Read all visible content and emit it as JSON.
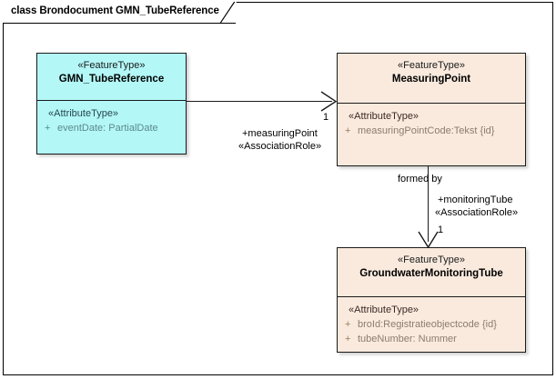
{
  "diagram": {
    "title": "class Brondocument GMN_TubeReference",
    "colors": {
      "cyan_fill": "#b3f7f7",
      "peach_fill": "#faeade",
      "border": "#1a1a1a",
      "background": "#ffffff"
    }
  },
  "classes": [
    {
      "id": "gmn-tube-reference",
      "stereotype": "«FeatureType»",
      "name": "GMN_TubeReference",
      "compartment_stereotype": "«AttributeType»",
      "attributes": [
        {
          "visibility": "+",
          "text": "eventDate: PartialDate"
        }
      ]
    },
    {
      "id": "measuring-point",
      "stereotype": "«FeatureType»",
      "name": "MeasuringPoint",
      "compartment_stereotype": "«AttributeType»",
      "attributes": [
        {
          "visibility": "+",
          "text": "measuringPointCode:Tekst {id}"
        }
      ]
    },
    {
      "id": "groundwater-monitoring-tube",
      "stereotype": "«FeatureType»",
      "name": "GroundwaterMonitoringTube",
      "compartment_stereotype": "«AttributeType»",
      "attributes": [
        {
          "visibility": "+",
          "text": "broId:Registratieobjectcode {id}"
        },
        {
          "visibility": "+",
          "text": "tubeNumber: Nummer"
        }
      ]
    }
  ],
  "associations": [
    {
      "id": "measuring-point-association",
      "source": "GMN_TubeReference",
      "target": "MeasuringPoint",
      "multiplicity": "1",
      "role": "+measuringPoint",
      "stereotype": "«AssociationRole»"
    },
    {
      "id": "monitoring-tube-association",
      "source": "MeasuringPoint",
      "target": "GroundwaterMonitoringTube",
      "name": "formed by",
      "multiplicity": "1",
      "role": "+monitoringTube",
      "stereotype": "«AssociationRole»"
    }
  ]
}
